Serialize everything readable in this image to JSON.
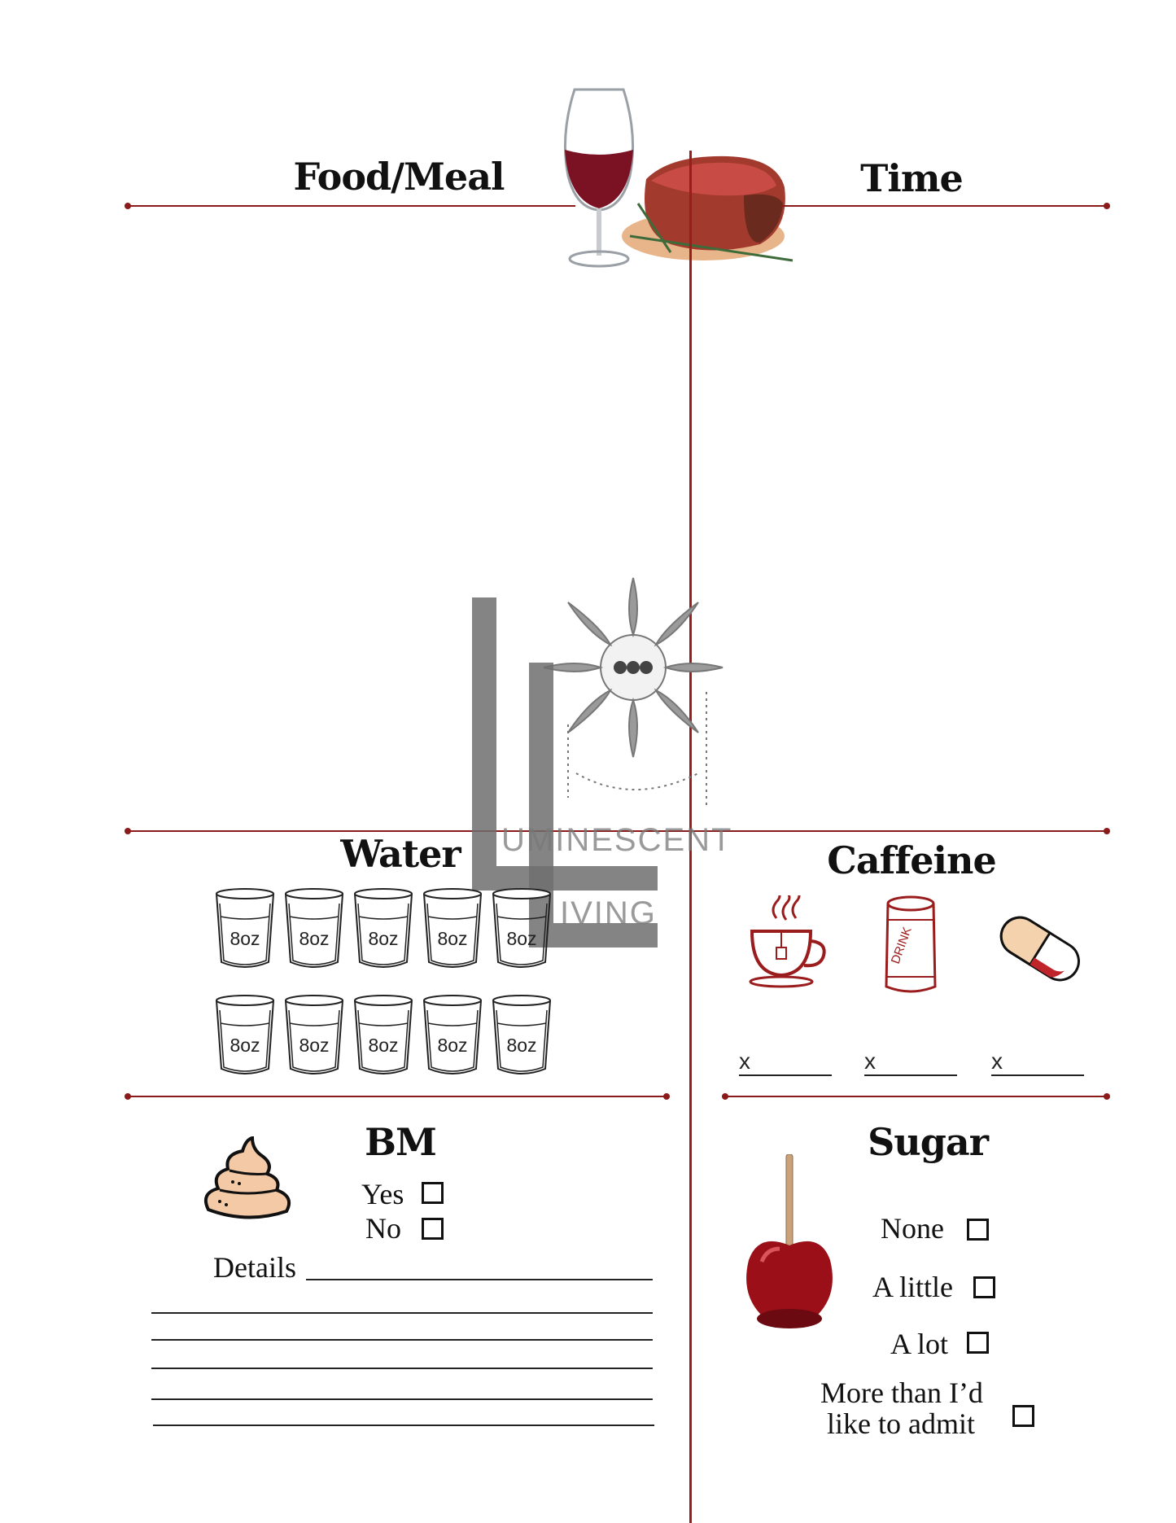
{
  "sections": {
    "food_meal": {
      "title": "Food/Meal"
    },
    "time": {
      "title": "Time"
    },
    "water": {
      "title": "Water",
      "glasses": [
        "8oz",
        "8oz",
        "8oz",
        "8oz",
        "8oz",
        "8oz",
        "8oz",
        "8oz",
        "8oz",
        "8oz"
      ]
    },
    "caffeine": {
      "title": "Caffeine",
      "items": [
        {
          "icon": "tea-cup-icon",
          "mark": "x"
        },
        {
          "icon": "drink-can-icon",
          "can_text": "DRINK",
          "mark": "x"
        },
        {
          "icon": "pill-icon",
          "mark": "x"
        }
      ]
    },
    "bm": {
      "title": "BM",
      "options": [
        "Yes",
        "No"
      ],
      "details_label": "Details"
    },
    "sugar": {
      "title": "Sugar",
      "options": [
        "None",
        "A little",
        "A lot"
      ],
      "last_option_line1": "More than I’d",
      "last_option_line2": "like to admit"
    }
  },
  "watermark": {
    "line1": "UMINESCENT",
    "line2": "IVING"
  },
  "colors": {
    "accent": "#8b1a1a",
    "line": "#222222"
  }
}
